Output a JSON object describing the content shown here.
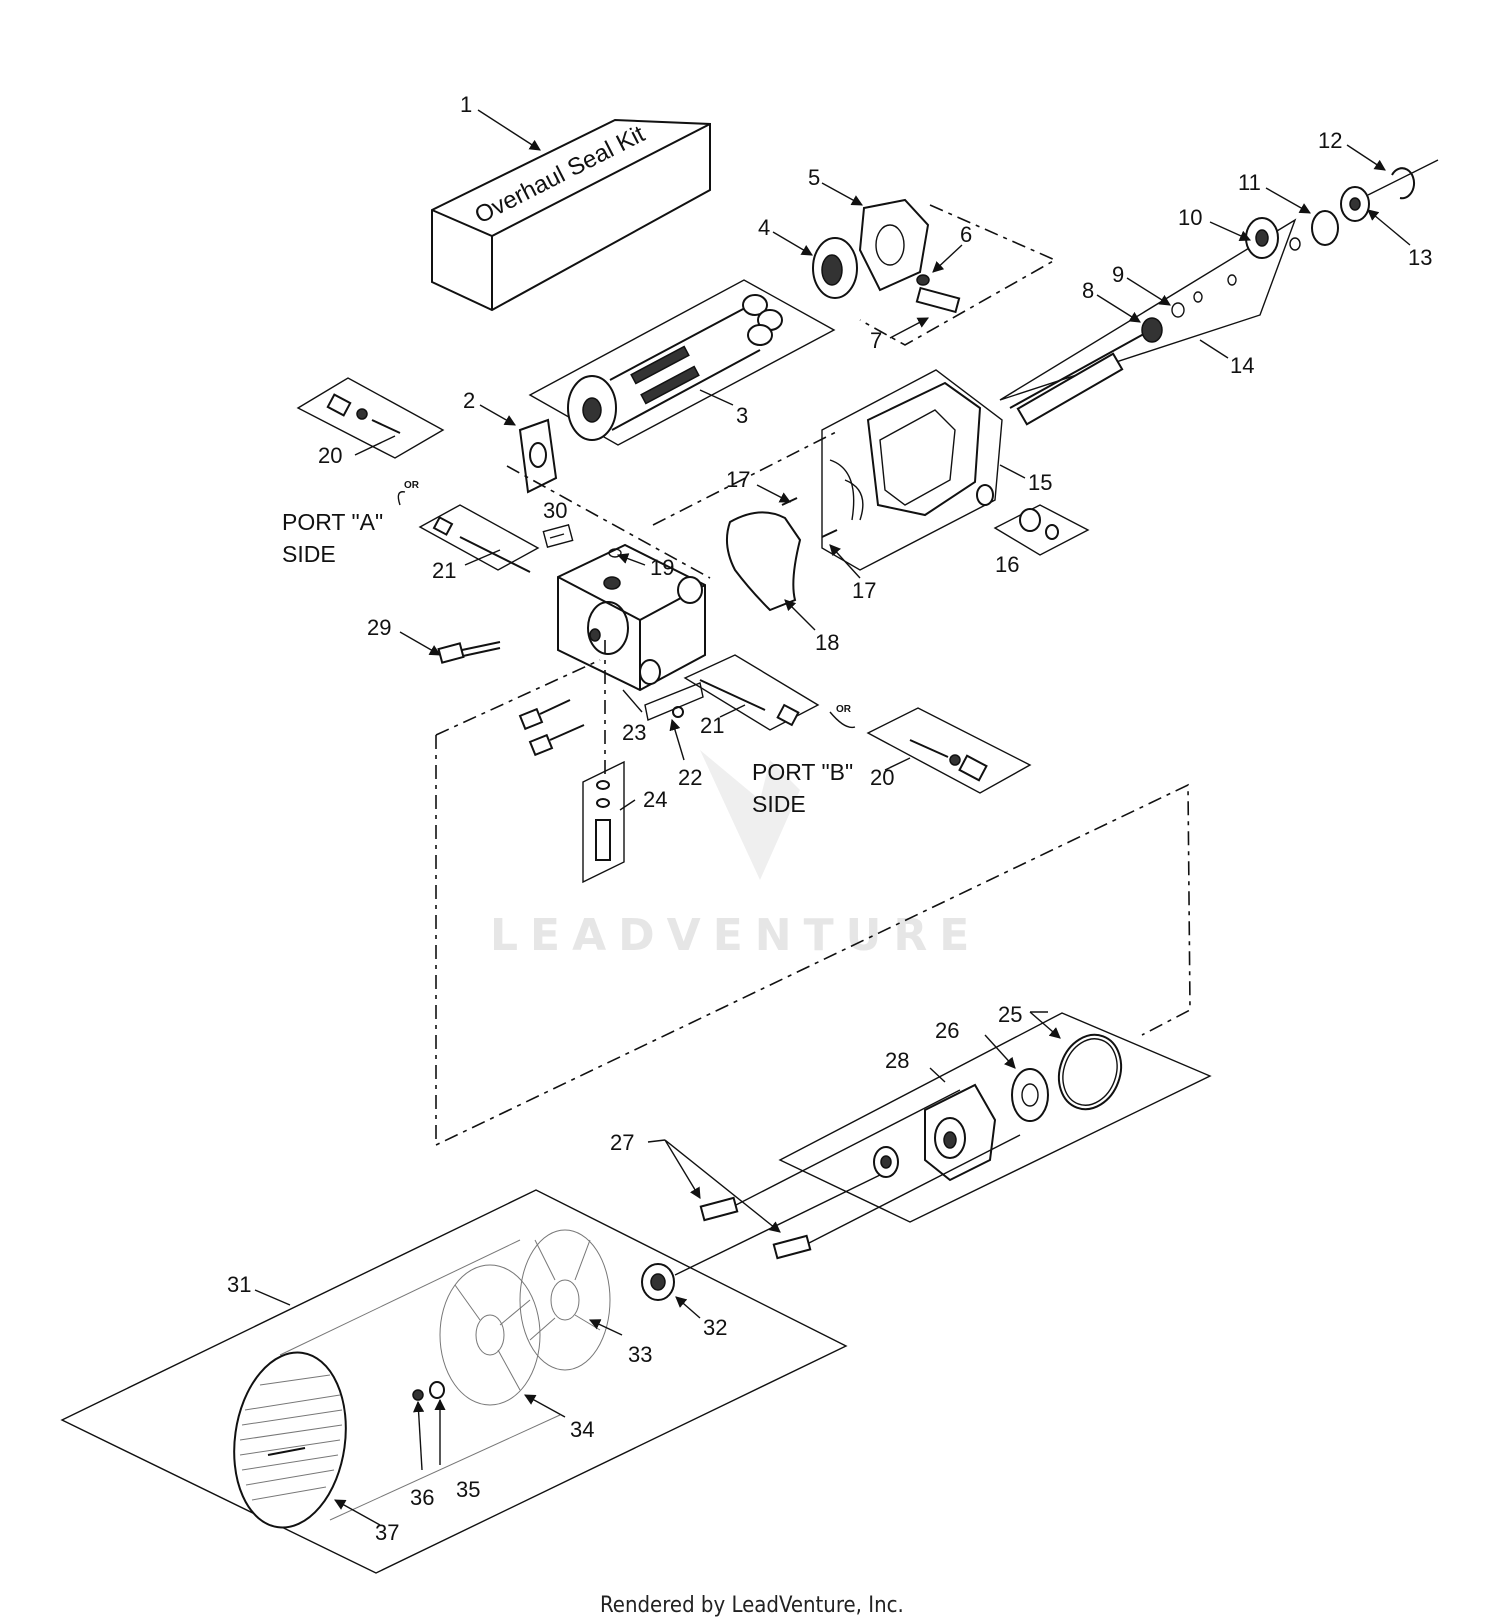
{
  "kit_label": "Overhaul Seal Kit",
  "port_a": {
    "line1": "PORT \"A\"",
    "line2": "SIDE"
  },
  "port_b": {
    "line1": "PORT \"B\"",
    "line2": "SIDE"
  },
  "or_label": "OR",
  "watermark": "LEADVENTURE",
  "footer": "Rendered by LeadVenture, Inc.",
  "callouts": {
    "c1": "1",
    "c2": "2",
    "c3": "3",
    "c4": "4",
    "c5": "5",
    "c6": "6",
    "c7": "7",
    "c8": "8",
    "c9": "9",
    "c10": "10",
    "c11": "11",
    "c12": "12",
    "c13": "13",
    "c14": "14",
    "c15": "15",
    "c16": "16",
    "c17a": "17",
    "c17b": "17",
    "c18": "18",
    "c19": "19",
    "c20a": "20",
    "c20b": "20",
    "c21a": "21",
    "c21b": "21",
    "c22": "22",
    "c23": "23",
    "c24": "24",
    "c25": "25",
    "c26": "26",
    "c27": "27",
    "c28": "28",
    "c29": "29",
    "c30": "30",
    "c31": "31",
    "c32": "32",
    "c33": "33",
    "c34": "34",
    "c35": "35",
    "c36": "36",
    "c37": "37"
  }
}
